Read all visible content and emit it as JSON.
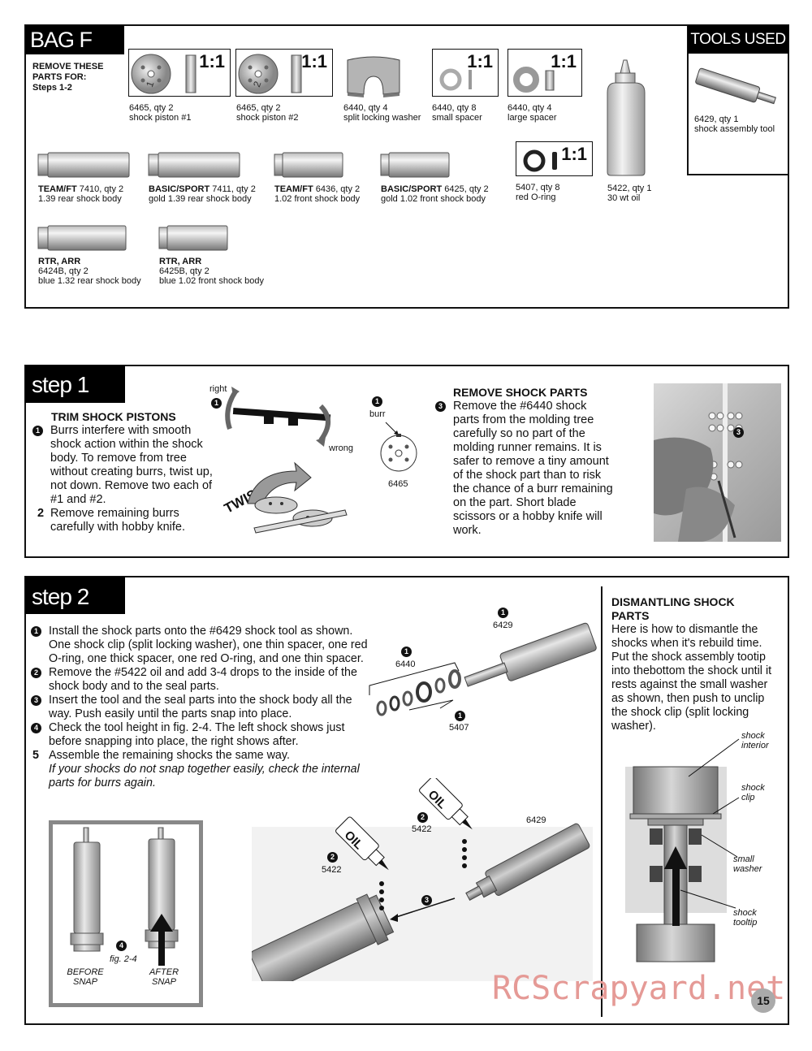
{
  "bag_f": {
    "title": "BAG F",
    "intro_line1": "REMOVE THESE",
    "intro_line2": "PARTS FOR:",
    "intro_line3": "Steps 1-2",
    "ratio": "1:1",
    "parts": [
      {
        "line1": "6465, qty 2",
        "line2": "shock piston #1"
      },
      {
        "line1": "6465, qty 2",
        "line2": "shock piston #2"
      },
      {
        "line1": "6440, qty 4",
        "line2": "split locking washer"
      },
      {
        "line1": "6440, qty 8",
        "line2": "small spacer"
      },
      {
        "line1": "6440, qty 4",
        "line2": "large spacer"
      },
      {
        "line1": "5407, qty 8",
        "line2": "red O-ring"
      },
      {
        "line1": "5422, qty 1",
        "line2": "30 wt oil"
      }
    ],
    "bodies": [
      {
        "bold": "TEAM/FT",
        "rest": " 7410, qty 2",
        "line2": "1.39 rear shock body"
      },
      {
        "bold": "BASIC/SPORT",
        "rest": " 7411, qty 2",
        "line2": "gold 1.39 rear shock body"
      },
      {
        "bold": "TEAM/FT",
        "rest": " 6436, qty 2",
        "line2": "1.02 front shock body"
      },
      {
        "bold": "BASIC/SPORT",
        "rest": " 6425, qty 2",
        "line2": "gold 1.02 front shock body"
      },
      {
        "bold": "RTR, ARR",
        "rest": "",
        "line2": "6424B, qty 2",
        "line3": "blue 1.32 rear shock body"
      },
      {
        "bold": "RTR, ARR",
        "rest": "",
        "line2": "6425B, qty 2",
        "line3": "blue 1.02 front shock body"
      }
    ]
  },
  "tools_used": {
    "title": "TOOLS USED",
    "line1": "6429, qty 1",
    "line2": "shock assembly tool"
  },
  "step1": {
    "title": "step 1",
    "heading": "TRIM SHOCK PISTONS",
    "item1_num": "1",
    "item1": "Burrs interfere with smooth shock action within the shock body. To remove from tree without creating burrs, twist up, not down. Remove two each of #1 and #2.",
    "item2_num": "2",
    "item2": "Remove remaining burrs carefully with hobby knife.",
    "label_right": "right",
    "label_wrong": "wrong",
    "label_twist": "TWIST UP",
    "label_burr": "burr",
    "label_part": "6465",
    "heading2": "REMOVE SHOCK PARTS",
    "item3_num": "3",
    "item3": "Remove the #6440 shock parts from the molding tree carefully so no part of the molding runner remains. It is safer to remove a tiny amount of the shock part than to risk the chance of a burr remaining on the part. Short blade scissors or a hobby knife will work."
  },
  "step2": {
    "title": "step 2",
    "items": [
      {
        "num": "1",
        "text": "Install the shock parts onto the #6429 shock tool as shown. One shock clip (split locking washer), one thin spacer, one red O-ring, one thick spacer, one red O-ring, and one thin spacer."
      },
      {
        "num": "2",
        "text": "Remove the #5422 oil and add 3-4 drops to the inside of the shock body and to the seal parts."
      },
      {
        "num": "3",
        "text": "Insert the tool and the seal parts into the shock body all the way. Push easily until the parts snap into place."
      },
      {
        "num": "4",
        "text": "Check the tool height in fig. 2-4. The left shock shows just before snapping into place, the right shows after."
      }
    ],
    "item5_num": "5",
    "item5": "Assemble the remaining shocks the same way.",
    "note": "If your shocks do not snap together easily, check the internal parts for burrs again.",
    "fig_label": "fig. 2-4",
    "before_label": "BEFORE SNAP",
    "after_label": "AFTER SNAP",
    "diag_tool": "6429",
    "diag_washer": "6440",
    "diag_oring": "5407",
    "diag_oil": "5422",
    "oil_word": "OIL",
    "dismantle_heading": "DISMANTLING SHOCK PARTS",
    "dismantle_text": "Here is how to dismantle the shocks when it's rebuild time. Put the shock assembly tootip into thebottom the shock until it rests against the small washer as shown, then push to unclip the shock clip (split locking washer).",
    "callouts": [
      "shock interior",
      "shock clip",
      "small washer",
      "shock tooltip"
    ]
  },
  "page_number": "15",
  "watermark": "RCScrapyard.net"
}
